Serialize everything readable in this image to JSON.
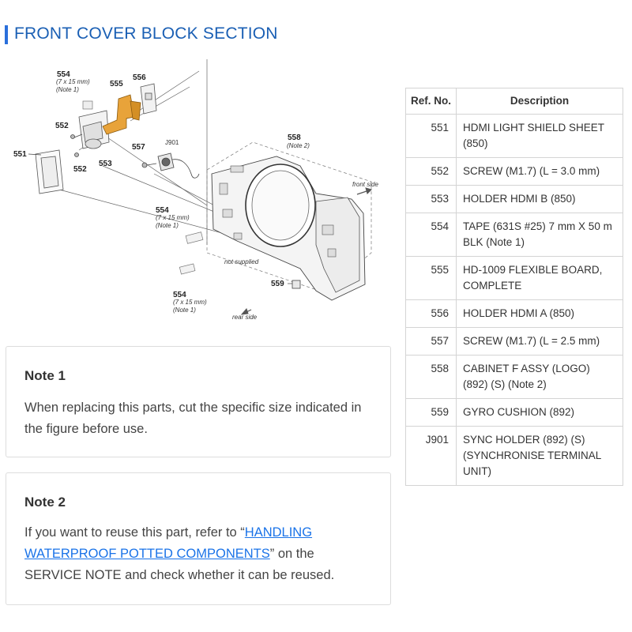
{
  "page": {
    "title": "FRONT COVER BLOCK SECTION"
  },
  "diagram": {
    "labels": {
      "p551": "551",
      "p552a": "552",
      "p552b": "552",
      "p553": "553",
      "p554a": "554",
      "p554a_size": "(7 x 15 mm)",
      "p554a_note": "(Note 1)",
      "p554b": "554",
      "p554b_size": "(7 x 15 mm)",
      "p554b_note": "(Note 1)",
      "p554c": "554",
      "p554c_size": "(7 x 15 mm)",
      "p554c_note": "(Note 1)",
      "p555": "555",
      "p556": "556",
      "p557": "557",
      "pJ901": "J901",
      "p558": "558",
      "p558_note": "(Note 2)",
      "p559": "559",
      "front_side": "front side",
      "rear_side": "rear side",
      "not_supplied": "not supplied"
    },
    "colors": {
      "flex_board": "#e8a33a",
      "line": "#555555"
    }
  },
  "parts_table": {
    "headers": {
      "ref": "Ref. No.",
      "description": "Description"
    },
    "rows": [
      {
        "ref": "551",
        "description": "HDMI LIGHT SHIELD SHEET (850)"
      },
      {
        "ref": "552",
        "description": "SCREW (M1.7) (L = 3.0 mm)"
      },
      {
        "ref": "553",
        "description": "HOLDER HDMI B (850)"
      },
      {
        "ref": "554",
        "description": "TAPE (631S #25) 7 mm X 50 m BLK (Note 1)"
      },
      {
        "ref": "555",
        "description": "HD-1009 FLEXIBLE BOARD, COMPLETE"
      },
      {
        "ref": "556",
        "description": "HOLDER HDMI A (850)"
      },
      {
        "ref": "557",
        "description": "SCREW (M1.7) (L = 2.5 mm)"
      },
      {
        "ref": "558",
        "description": "CABINET F ASSY (LOGO) (892) (S) (Note 2)"
      },
      {
        "ref": "559",
        "description": "GYRO CUSHION (892)"
      },
      {
        "ref": "J901",
        "description": "SYNC HOLDER (892) (S) (SYNCHRONISE TERMINAL UNIT)"
      }
    ]
  },
  "notes": {
    "note1": {
      "title": "Note 1",
      "body": "When replacing this parts, cut the specific size indicated in the figure before use."
    },
    "note2": {
      "title": "Note 2",
      "body_before": "If you want to reuse this part, refer to “",
      "link": "HANDLING WATERPROOF POTTED COMPONENTS",
      "body_after": "” on the SERVICE NOTE and check whether it can be reused."
    }
  }
}
